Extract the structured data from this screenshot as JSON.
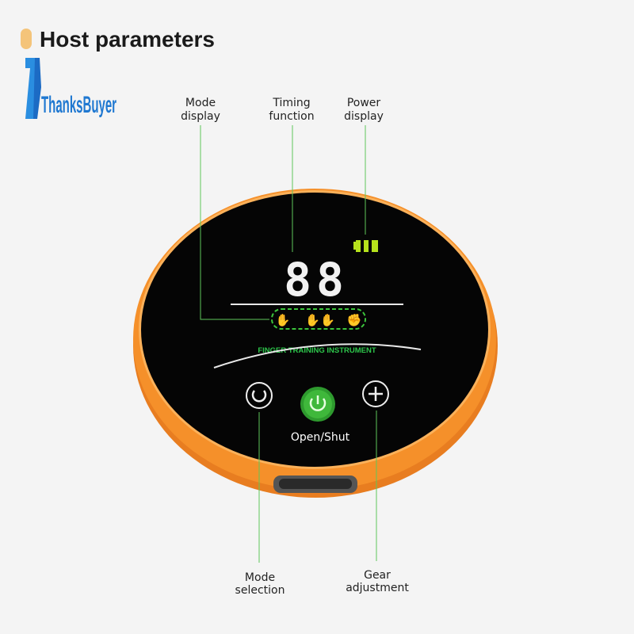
{
  "header": {
    "title": "Host parameters",
    "accent_color": "#f4c47a"
  },
  "logo": {
    "text": "ThanksBuyer",
    "color": "#1f78d1"
  },
  "callouts": {
    "mode_display": [
      "Mode",
      "display"
    ],
    "timing_function": [
      "Timing",
      "function"
    ],
    "power_display": [
      "Power",
      "display"
    ],
    "mode_selection": [
      "Mode",
      "selection"
    ],
    "gear_adjustment": [
      "Gear",
      "adjustment"
    ]
  },
  "device": {
    "timer_digits": "88",
    "brand_text": "FINGER TRAINING INSTRUMENT",
    "power_button_label": "Open/Shut",
    "battery_bars": 3,
    "body_color": "#f5902a",
    "screen_color": "#050505",
    "accent_green": "#2dc64b"
  }
}
